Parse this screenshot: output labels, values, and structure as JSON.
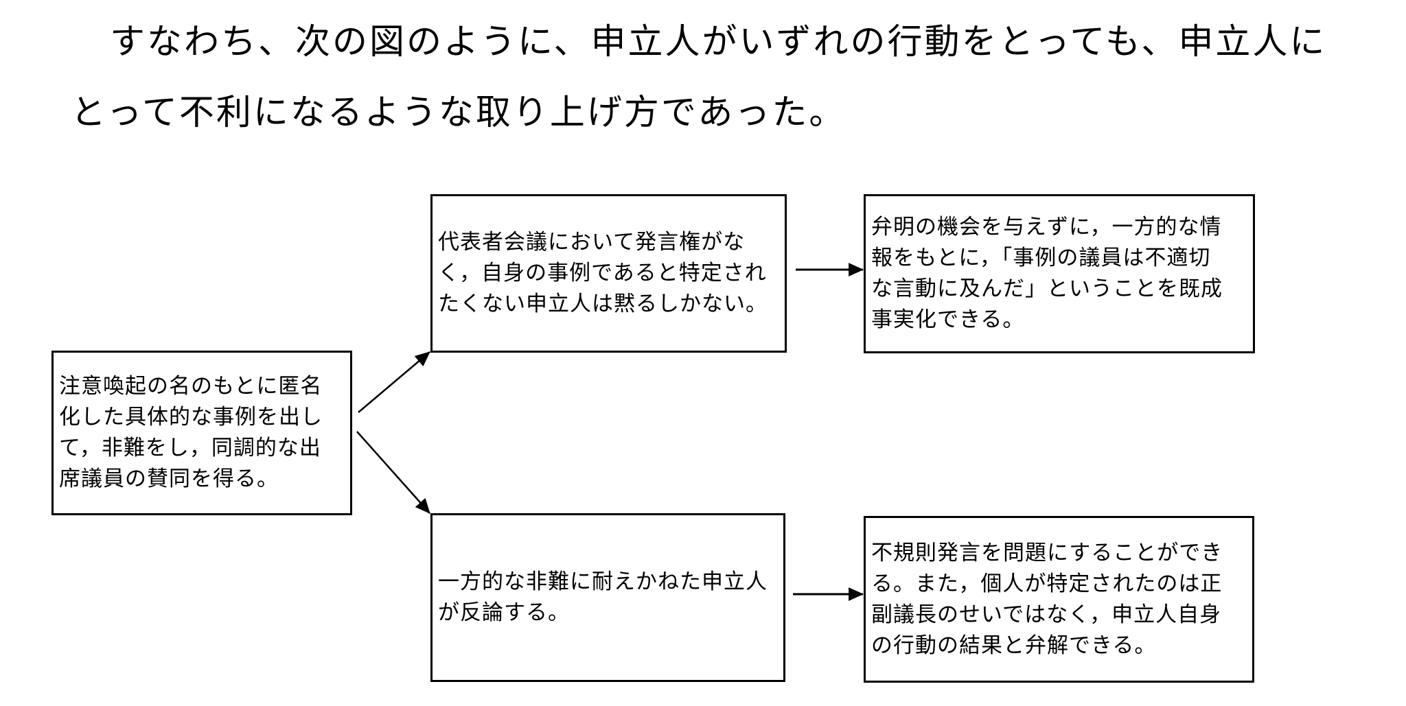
{
  "paragraph": {
    "line1": "すなわち、次の図のように、申立人がいずれの行動をとっても、申立人に",
    "line2": "とって不利になるような取り上げ方であった。"
  },
  "diagram": {
    "start": {
      "text": "注意喚起の名のもとに匿名\n化した具体的な事例を出し\nて，非難をし，同調的な出\n席議員の賛同を得る。"
    },
    "branch_silent": {
      "text": "代表者会議において発言権がな\nく，自身の事例であると特定され\nたくない申立人は黙るしかない。"
    },
    "branch_rebut": {
      "text": "一方的な非難に耐えかねた申立人\nが反論する。"
    },
    "result_silent": {
      "text": "弁明の機会を与えずに，一方的な情\n報をもとに，「事例の議員は不適切\nな言動に及んだ」ということを既成\n事実化できる。"
    },
    "result_rebut": {
      "text": "不規則発言を問題にすることができ\nる。また，個人が特定されたのは正\n副議長のせいではなく，申立人自身\nの行動の結果と弁解できる。"
    },
    "edges": [
      {
        "from": "start",
        "to": "branch_silent"
      },
      {
        "from": "start",
        "to": "branch_rebut"
      },
      {
        "from": "branch_silent",
        "to": "result_silent"
      },
      {
        "from": "branch_rebut",
        "to": "result_rebut"
      }
    ]
  }
}
